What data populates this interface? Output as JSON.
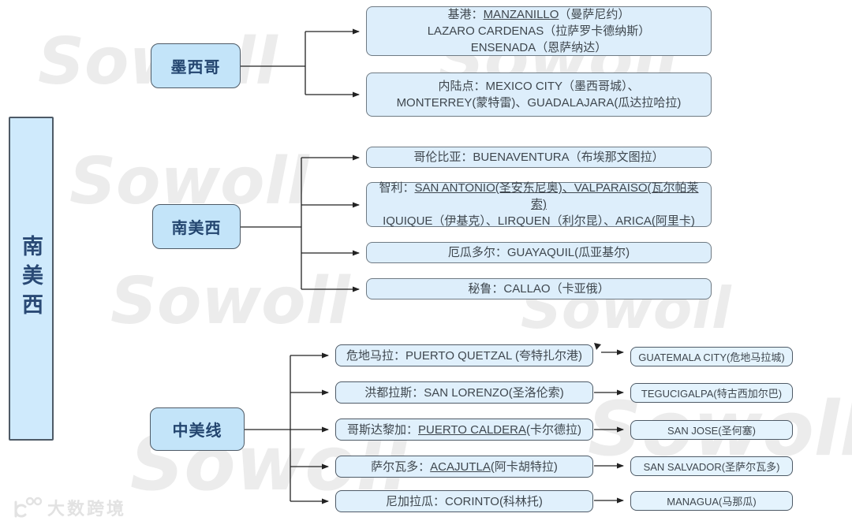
{
  "watermark": {
    "text": "Sowoll"
  },
  "brand": {
    "logo_mark": "100",
    "logo_text": "大数跨境"
  },
  "root": {
    "label": "南美西"
  },
  "branches": [
    {
      "label": "墨西哥",
      "leaves": [
        {
          "lines": [
            {
              "pre": "基港：",
              "u": "MANZANILLO",
              "post": "（曼萨尼约）"
            },
            {
              "pre": "LAZARO CARDENAS（拉萨罗卡德纳斯）"
            },
            {
              "pre": "ENSENADA（恩萨纳达）"
            }
          ]
        },
        {
          "lines": [
            {
              "pre": "内陆点：MEXICO CITY（墨西哥城）、"
            },
            {
              "pre": "MONTERREY(蒙特雷)、GUADALAJARA(瓜达拉哈拉)"
            }
          ]
        }
      ]
    },
    {
      "label": "南美西",
      "leaves": [
        {
          "lines": [
            {
              "pre": "哥伦比亚：BUENAVENTURA（布埃那文图拉）"
            }
          ]
        },
        {
          "lines": [
            {
              "pre": "智利：",
              "u": "SAN ANTONIO(圣安东尼奥)、VALPARAISO(瓦尔帕莱索)"
            },
            {
              "pre": "IQUIQUE（伊基克）、LIRQUEN（利尔昆）、ARICA(阿里卡)"
            }
          ]
        },
        {
          "lines": [
            {
              "pre": "厄瓜多尔：GUAYAQUIL(瓜亚基尔)"
            }
          ]
        },
        {
          "lines": [
            {
              "pre": "秘鲁：CALLAO（卡亚俄）"
            }
          ]
        }
      ]
    },
    {
      "label": "中美线",
      "rows": [
        {
          "left": {
            "pre": "危地马拉：PUERTO QUETZAL (夸特扎尔港)"
          },
          "right": "GUATEMALA CITY(危地马拉城)"
        },
        {
          "left": {
            "pre": "洪都拉斯：SAN LORENZO(圣洛伦索)"
          },
          "right": "TEGUCIGALPA(特古西加尔巴)"
        },
        {
          "left": {
            "pre": "哥斯达黎加：",
            "u": "PUERTO CALDERA",
            "post": "(卡尔德拉)"
          },
          "right": "SAN JOSE(圣何塞)"
        },
        {
          "left": {
            "pre": "萨尔瓦多：",
            "u": "ACAJUTLA",
            "post": "(阿卡胡特拉)"
          },
          "right": "SAN SALVADOR(圣萨尔瓦多)"
        },
        {
          "left": {
            "pre": "尼加拉瓜：CORINTO(科林托)"
          },
          "right": "MANAGUA(马那瓜)"
        }
      ]
    }
  ],
  "colors": {
    "node_fill_dark": "#c3e4f9",
    "node_fill_light": "#ddeefb",
    "node_border": "#4e5a66",
    "text_navy": "#23456f",
    "text_gray": "#3f474e",
    "connector": "#222222",
    "watermark_gray": "#ececec"
  }
}
